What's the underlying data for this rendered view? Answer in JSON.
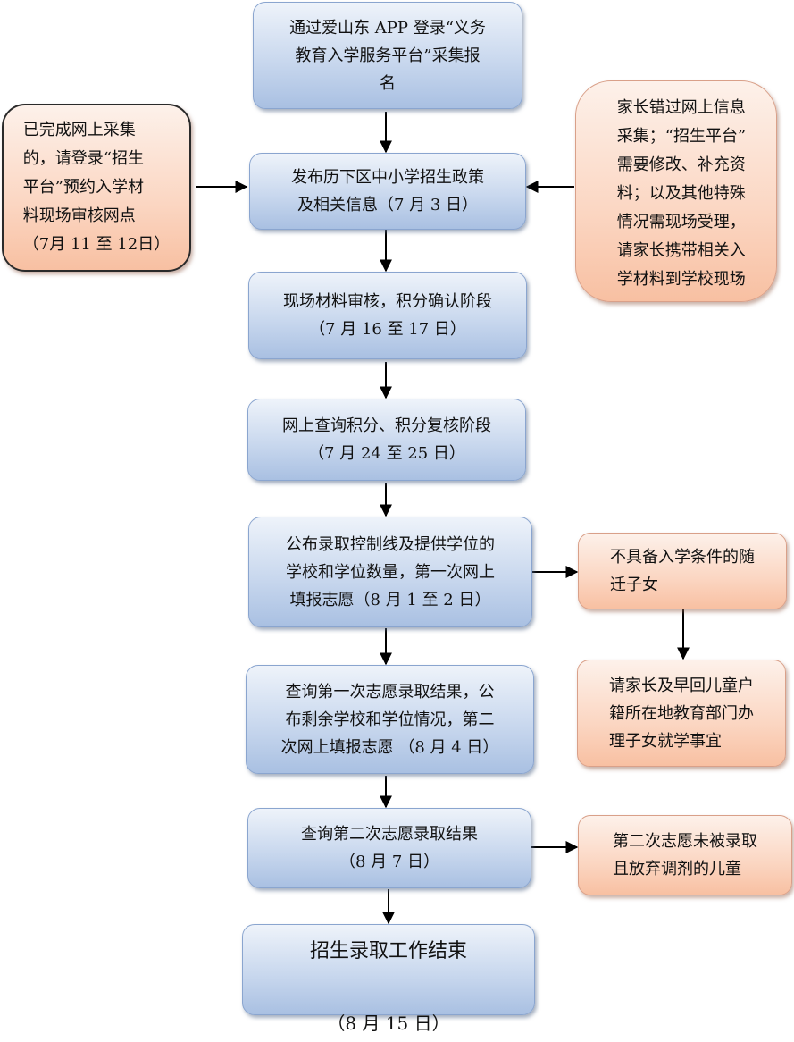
{
  "steps": {
    "s1": "通过爱山东 APP 登录“义务\n教育入学服务平台”采集报\n名",
    "s2": "发布历下区中小学招生政策\n及相关信息（7 月 3 日）",
    "s3": "现场材料审核，积分确认阶段\n（7 月 16 至 17 日）",
    "s4": "网上查询积分、积分复核阶段\n（7 月 24 至 25 日）",
    "s5": "公布录取控制线及提供学位的\n学校和学位数量，第一次网上\n填报志愿（8 月 1 至 2 日）",
    "s6": "查询第一次志愿录取结果，公\n布剩余学校和学位情况，第二\n次网上填报志愿  （8 月 4 日）",
    "s7": "查询第二次志愿录取结果\n（8 月 7 日）",
    "s8_title": "招生录取工作结束",
    "s8_date": "（8 月 15 日）"
  },
  "side": {
    "left_note": "已完成网上采集\n的，请登录“招生\n平台”预约入学材\n料现场审核网点\n（7月 11 至 12日）",
    "right_note": "家长错过网上信息\n采集；“招生平台”\n需要修改、补充资\n料；以及其他特殊\n情况需现场受理，\n请家长携带相关入\n学材料到学校现场",
    "migrant": "不具备入学条件的随\n迁子女",
    "migrant_action": "请家长及早回儿童户\n籍所在地教育部门办\n理子女就学事宜",
    "second_reject": "第二次志愿未被录取\n且放弃调剂的儿童"
  },
  "colors": {
    "step_fill": "#c9d8ee",
    "step_border": "#8aa5cf",
    "note_fill": "#fbd6c2",
    "note_border": "#d9a089",
    "arrow": "#000000"
  }
}
